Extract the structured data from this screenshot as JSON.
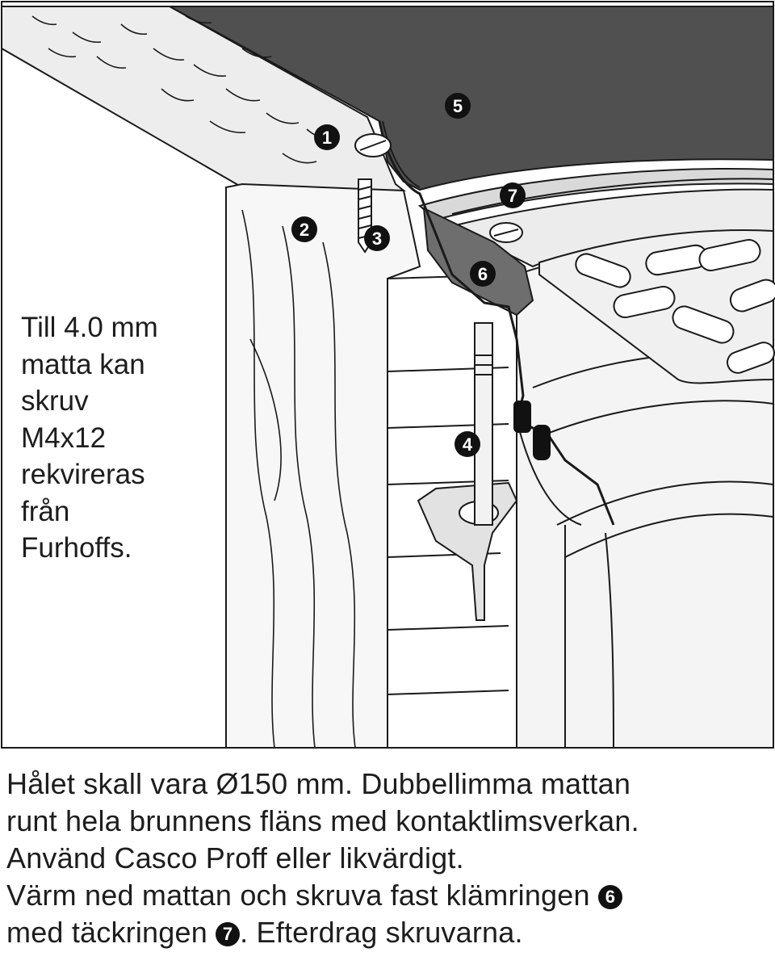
{
  "callouts": [
    {
      "id": "callout-1",
      "number": "1"
    },
    {
      "id": "callout-2",
      "number": "2"
    },
    {
      "id": "callout-3",
      "number": "3"
    },
    {
      "id": "callout-4",
      "number": "4"
    },
    {
      "id": "callout-5",
      "number": "5"
    },
    {
      "id": "callout-6",
      "number": "6"
    },
    {
      "id": "callout-7",
      "number": "7"
    }
  ],
  "side_note": {
    "lines": [
      "Till 4.0 mm",
      "matta kan",
      "skruv",
      "M4x12",
      "rekvireras",
      "från",
      "Furhoffs."
    ]
  },
  "instructions": {
    "line1": "Hålet skall vara Ø150 mm. Dubbellimma mattan",
    "line2": "runt hela brunnens fläns med kontaktlimsverkan.",
    "line3": "Använd Casco Proff eller likvärdigt.",
    "line4_before": "Värm ned mattan och skruva fast klämringen",
    "line4_badge": "6",
    "line5_prefix": "med täckringen",
    "line5_badge": "7",
    "line5_suffix": ". Efterdrag skruvarna."
  },
  "colors": {
    "mat_dark": "#505050",
    "ring_dark": "#6e6e6e",
    "outline": "#1a1a1a",
    "badge": "#111111",
    "light_fill": "#e8e8e8"
  }
}
